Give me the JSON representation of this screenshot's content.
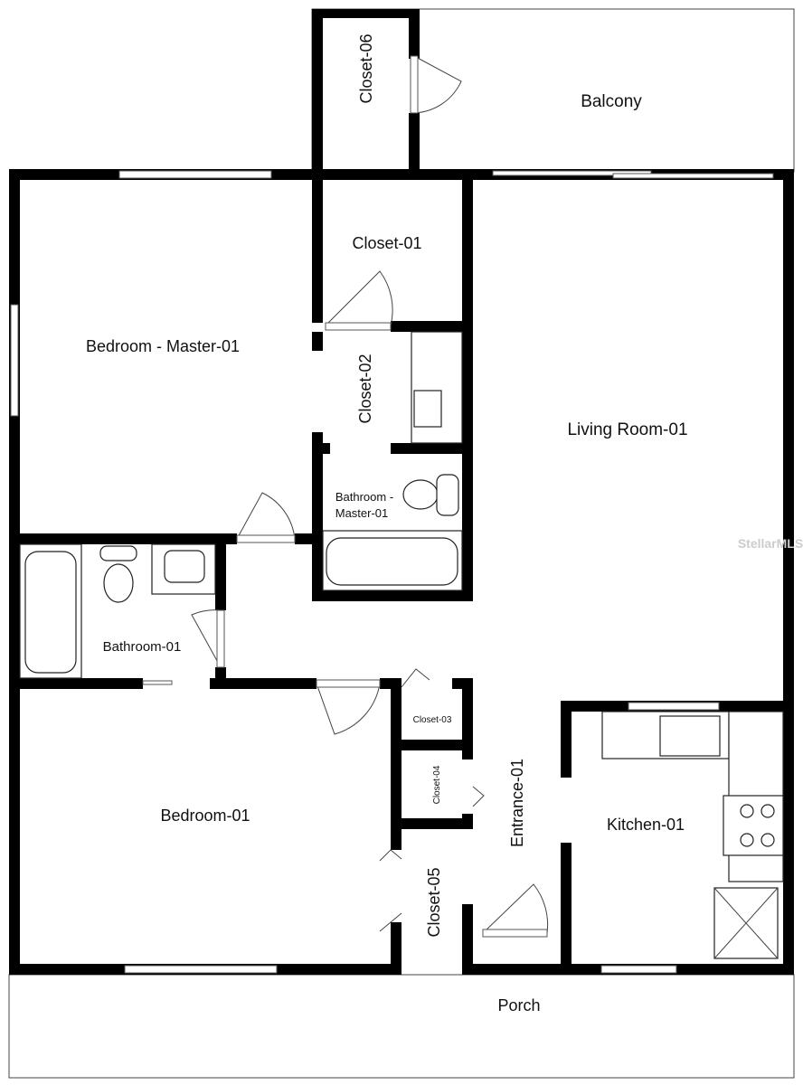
{
  "rooms": {
    "balcony": "Balcony",
    "closet_06": "Closet-06",
    "closet_01": "Closet-01",
    "bedroom_master": "Bedroom - Master-01",
    "closet_02": "Closet-02",
    "living_room": "Living Room-01",
    "bathroom_master_line1": "Bathroom -",
    "bathroom_master_line2": "Master-01",
    "bathroom_01": "Bathroom-01",
    "closet_03": "Closet-03",
    "closet_04": "Closet-04",
    "entrance": "Entrance-01",
    "kitchen": "Kitchen-01",
    "bedroom_01": "Bedroom-01",
    "closet_05": "Closet-05",
    "porch": "Porch"
  },
  "watermark": "StellarMLS"
}
